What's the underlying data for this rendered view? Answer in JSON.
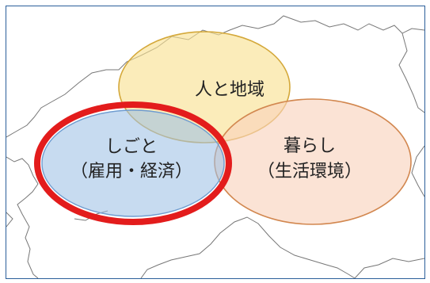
{
  "diagram": {
    "circles": [
      {
        "id": "people-region",
        "lines": [
          "人と地域"
        ],
        "fill": "#f9e08f",
        "stroke": "#d4a83a"
      },
      {
        "id": "work",
        "lines": [
          "しごと",
          "（雇用・経済）"
        ],
        "fill": "#9fc1e6",
        "stroke": "#e31c1c",
        "highlighted": true
      },
      {
        "id": "living",
        "lines": [
          "暮らし",
          "（生活環境）"
        ],
        "fill": "#f8d2bb",
        "stroke": "#d2874f"
      }
    ],
    "colors": {
      "frame_border": "#2b5f9a",
      "map_outline": "#777777",
      "highlight_ring": "#e31c1c"
    }
  }
}
